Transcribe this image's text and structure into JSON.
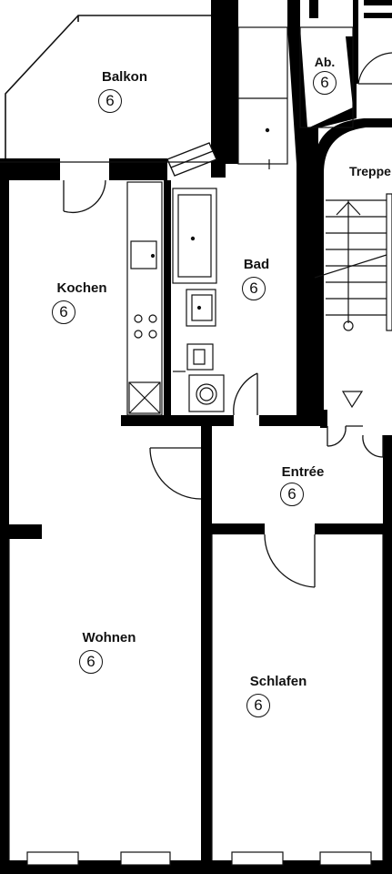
{
  "colors": {
    "wall": "#000000",
    "line": "#1a1a1a",
    "background": "#ffffff"
  },
  "rooms": [
    {
      "id": "balkon",
      "label": "Balkon",
      "number": "6"
    },
    {
      "id": "ab",
      "label": "Ab.",
      "number": "6"
    },
    {
      "id": "treppe",
      "label": "Treppe"
    },
    {
      "id": "kochen",
      "label": "Kochen",
      "number": "6"
    },
    {
      "id": "bad",
      "label": "Bad",
      "number": "6"
    },
    {
      "id": "entree",
      "label": "Entrée",
      "number": "6"
    },
    {
      "id": "wohnen",
      "label": "Wohnen",
      "number": "6"
    },
    {
      "id": "schlafen",
      "label": "Schlafen",
      "number": "6"
    }
  ]
}
